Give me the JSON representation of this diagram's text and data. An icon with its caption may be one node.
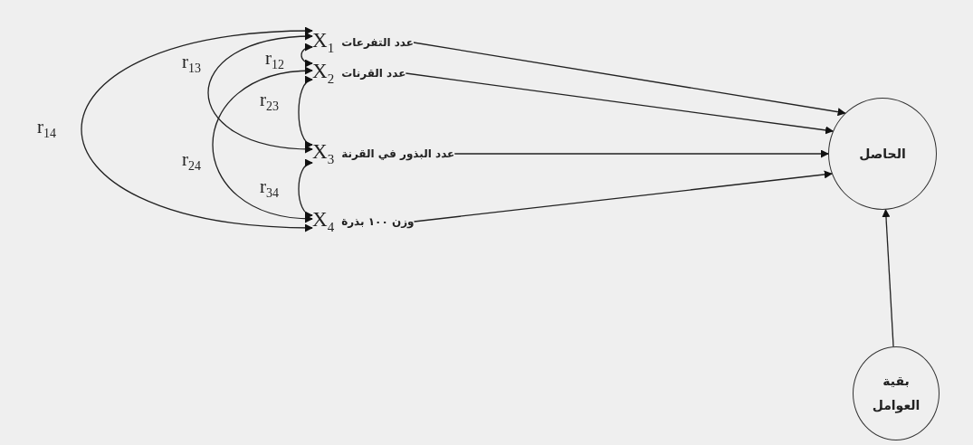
{
  "diagram": {
    "nodes": [
      {
        "text": [
          "عدد التفرعات",
          "X$_{1}$"
        ]
      },
      {
        "text": [
          "عدد القرنات",
          "X$_{2}$"
        ]
      },
      {
        "text": [
          "عدد البذور في القرنة",
          "X$_{3}$"
        ]
      },
      {
        "text": [
          "وزن ١٠٠ بذرة",
          "X$_{4}$"
        ]
      },
      {
        "text": [
          "الحاصل"
        ]
      },
      {
        "text": [
          "بقية العوامل"
        ]
      }
    ],
    "edges": [
      {
        "from": 0,
        "to": 4,
        "arrow": "to"
      },
      {
        "from": 1,
        "to": 4,
        "arrow": "to"
      },
      {
        "from": 2,
        "to": 4,
        "arrow": "to"
      },
      {
        "from": 3,
        "to": 4,
        "arrow": "to"
      },
      {
        "from": 5,
        "to": 4,
        "arrow": "to"
      },
      {
        "from": 0,
        "to": 1,
        "arrow": "both",
        "label": "r$_{12}$"
      },
      {
        "from": 0,
        "to": 2,
        "arrow": "both",
        "label": "r$_{13}$"
      },
      {
        "from": 0,
        "to": 3,
        "arrow": "both",
        "label": "r$_{14}$"
      },
      {
        "from": 1,
        "to": 2,
        "arrow": "both",
        "label": "r$_{23}$"
      },
      {
        "from": 1,
        "to": 3,
        "arrow": "both",
        "label": "r$_{24}$"
      },
      {
        "from": 2,
        "to": 3,
        "arrow": "both",
        "label": "r$_{34}$"
      }
    ]
  }
}
